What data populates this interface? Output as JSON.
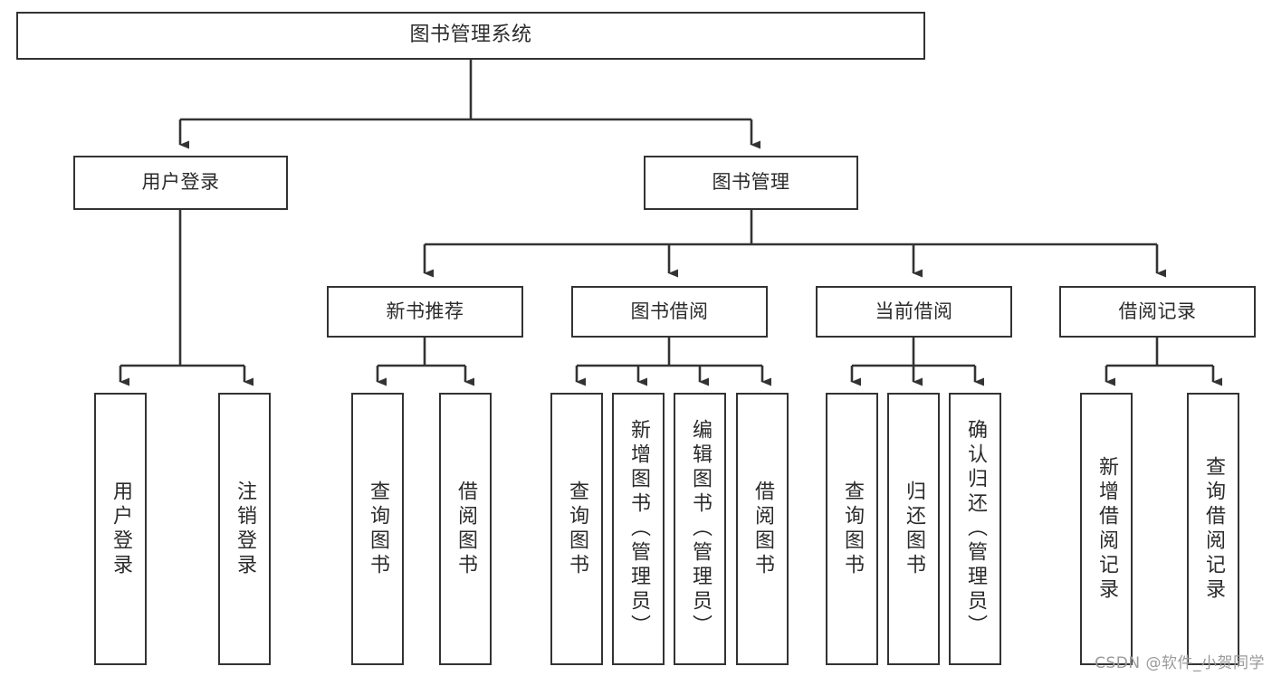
{
  "diagram": {
    "type": "tree-hierarchy",
    "title": "图书管理系统",
    "background_color": "#ffffff",
    "line_color": "#333333",
    "text_color": "#2b2b2b",
    "watermark": "CSDN @软件_小贺同学"
  },
  "root": {
    "label": "图书管理系统"
  },
  "level2": [
    {
      "label": "用户登录"
    },
    {
      "label": "图书管理"
    }
  ],
  "level3": [
    {
      "label": "新书推荐"
    },
    {
      "label": "图书借阅"
    },
    {
      "label": "当前借阅"
    },
    {
      "label": "借阅记录"
    }
  ],
  "leaves": {
    "user_login": [
      {
        "label": "用户登录"
      },
      {
        "label": "注销登录"
      }
    ],
    "new_book_recommend": [
      {
        "label": "查询图书"
      },
      {
        "label": "借阅图书"
      }
    ],
    "book_borrow": [
      {
        "label": "查询图书"
      },
      {
        "label": "新增图书（管理员）"
      },
      {
        "label": "编辑图书（管理员）"
      },
      {
        "label": "借阅图书"
      }
    ],
    "current_borrow": [
      {
        "label": "查询图书"
      },
      {
        "label": "归还图书"
      },
      {
        "label": "确认归还（管理员）"
      }
    ],
    "borrow_record": [
      {
        "label": "新增借阅记录"
      },
      {
        "label": "查询借阅记录"
      }
    ]
  }
}
